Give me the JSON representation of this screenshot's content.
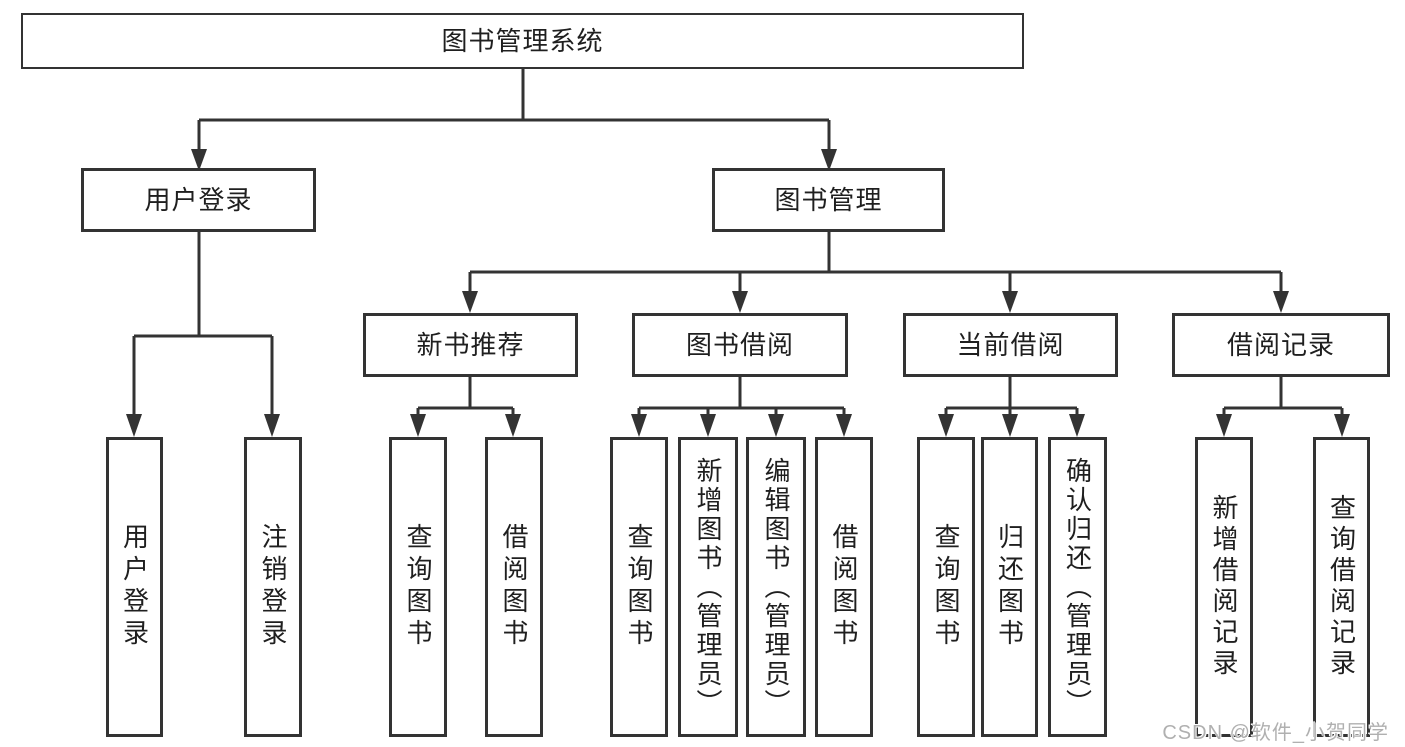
{
  "tree": {
    "root": {
      "label": "图书管理系统",
      "children": [
        {
          "label": "用户登录",
          "children": [
            {
              "label": "用户登录"
            },
            {
              "label": "注销登录"
            }
          ]
        },
        {
          "label": "图书管理",
          "children": [
            {
              "label": "新书推荐",
              "children": [
                {
                  "label": "查询图书"
                },
                {
                  "label": "借阅图书"
                }
              ]
            },
            {
              "label": "图书借阅",
              "children": [
                {
                  "label": "查询图书"
                },
                {
                  "label": "新增图书（管理员）"
                },
                {
                  "label": "编辑图书（管理员）"
                },
                {
                  "label": "借阅图书"
                }
              ]
            },
            {
              "label": "当前借阅",
              "children": [
                {
                  "label": "查询图书"
                },
                {
                  "label": "归还图书"
                },
                {
                  "label": "确认归还（管理员）"
                }
              ]
            },
            {
              "label": "借阅记录",
              "children": [
                {
                  "label": "新增借阅记录"
                },
                {
                  "label": "查询借阅记录"
                }
              ]
            }
          ]
        }
      ]
    }
  },
  "watermark": {
    "text": "CSDN @软件_小贺同学"
  },
  "colors": {
    "line": "#333333",
    "text": "#1f1f1f",
    "background": "#ffffff",
    "watermark": "#b0b0b0"
  }
}
